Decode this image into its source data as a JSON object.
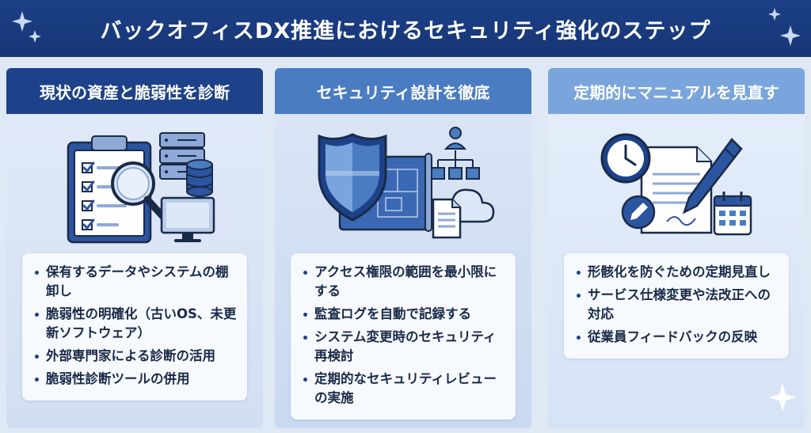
{
  "title": "バックオフィスDX推進におけるセキュリティ強化のステップ",
  "columns": [
    {
      "heading": "現状の資産と脆弱性を診断",
      "items": [
        "保有するデータやシステムの棚卸し",
        "脆弱性の明確化（古いOS、未更新ソフトウェア）",
        "外部専門家による診断の活用",
        "脆弱性診断ツールの併用"
      ]
    },
    {
      "heading": "セキュリティ設計を徹底",
      "items": [
        "アクセス権限の範囲を最小限にする",
        "監査ログを自動で記録する",
        "システム変更時のセキュリティ再検討",
        "定期的なセキュリティレビューの実施"
      ]
    },
    {
      "heading": "定期的にマニュアルを見直す",
      "items": [
        "形骸化を防ぐための定期見直し",
        "サービス仕様変更や法改正への対応",
        "従業員フィードバックの反映"
      ]
    }
  ],
  "colors": {
    "header": "#1c3f86",
    "col1_head": "#1d428a",
    "col2_head": "#4a7cc2",
    "col3_head": "#7aa5dc"
  }
}
